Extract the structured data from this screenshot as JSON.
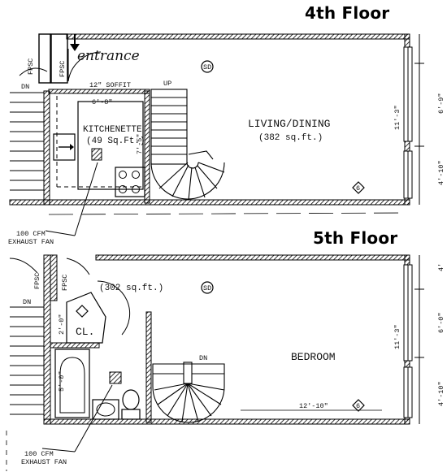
{
  "floors": [
    {
      "title": "4th Floor",
      "labels": {
        "entrance": "entrance",
        "dn": "DN",
        "up": "UP",
        "fpsc_left": "FPSC",
        "fpsc_right": "FPSC",
        "soffit": "12\" SOFFIT",
        "dim_kitchen_width": "6'-8\"",
        "kitchenette": "KITCHENETTE",
        "kitchenette_area": "(49 Sq.Ft.)",
        "dim_kitchen_depth": "7'-5\"",
        "living_dining": "LIVING/DINING",
        "living_area": "(382 sq.ft.)",
        "dim_right_1": "6'-9\"",
        "dim_right_2": "11'-3\"",
        "dim_right_3": "4'-10\"",
        "smoke": "SD",
        "mark": "6",
        "fan": "100 CFM",
        "fan2": "EXHAUST FAN"
      }
    },
    {
      "title": "5th Floor",
      "labels": {
        "fpsc_left": "FPSC",
        "fpsc_right": "FPSC",
        "dn": "DN",
        "area": "(302 sq.ft.)",
        "closet": "CL.",
        "dim_left_1": "2'-0\"",
        "dim_left_2": "5'-0\"",
        "dn_stair": "DN",
        "bedroom": "BEDROOM",
        "dim_bottom": "12'-10\"",
        "dim_right_1": "6'-0\"",
        "dim_right_2": "11'-3\"",
        "dim_right_3": "4'-10\"",
        "dim_right_4": "4'",
        "smoke": "SD",
        "mark": "6",
        "fan": "100 CFM",
        "fan2": "EXHAUST FAN"
      }
    }
  ]
}
